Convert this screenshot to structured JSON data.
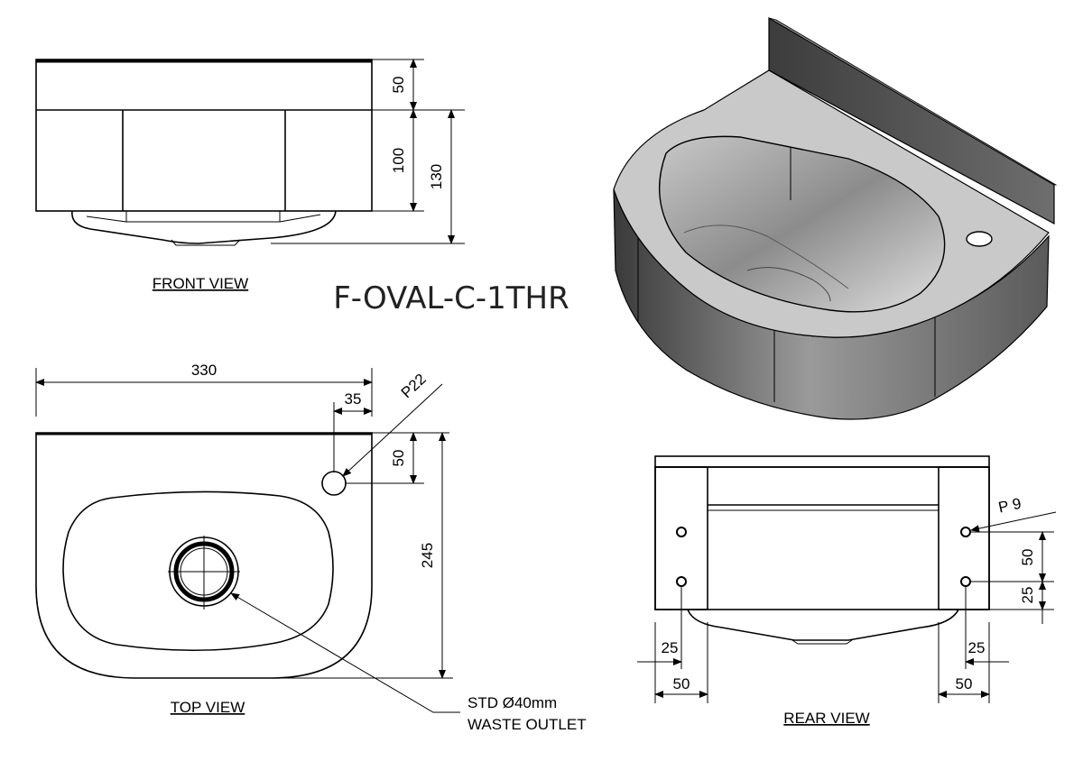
{
  "title": "F-OVAL-C-1THR",
  "views": {
    "front": "FRONT VIEW",
    "top": "TOP VIEW",
    "rear": "REAR VIEW"
  },
  "front_dims": {
    "top_band": "50",
    "body": "100",
    "overall": "130"
  },
  "top_dims": {
    "width": "330",
    "tap_offset": "35",
    "tap_depth": "50",
    "depth": "245",
    "tap_hole": "P22"
  },
  "rear_dims": {
    "hole": "P 9",
    "hole_spacing": "50",
    "hole_bottom": "25",
    "left_inner": "25",
    "left_outer": "50",
    "right_inner": "25",
    "right_outer": "50"
  },
  "waste_note": {
    "line1": "STD Ø40mm",
    "line2": "WASTE OUTLET"
  }
}
